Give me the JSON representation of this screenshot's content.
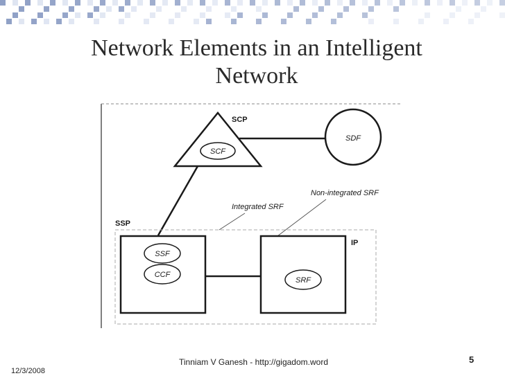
{
  "slide": {
    "title_line1": "Network Elements in an Intelligent",
    "title_line2": "Network"
  },
  "diagram": {
    "scp_label": "SCP",
    "scf_label": "SCF",
    "sdf_label": "SDF",
    "non_integrated_srf_label": "Non-integrated SRF",
    "integrated_srf_label": "Integrated SRF",
    "ssp_label": "SSP",
    "ip_label": "IP",
    "ssf_label": "SSF",
    "ccf_label": "CCF",
    "srf_label": "SRF"
  },
  "footer": {
    "center_text": "Tinniam V Ganesh - http://gigadom.word",
    "date": "12/3/2008",
    "page_number": "5"
  },
  "colors": {
    "checker_dark": "#8fa0c6",
    "checker_light": "#dfe5f2",
    "text": "#2a2a2a"
  }
}
